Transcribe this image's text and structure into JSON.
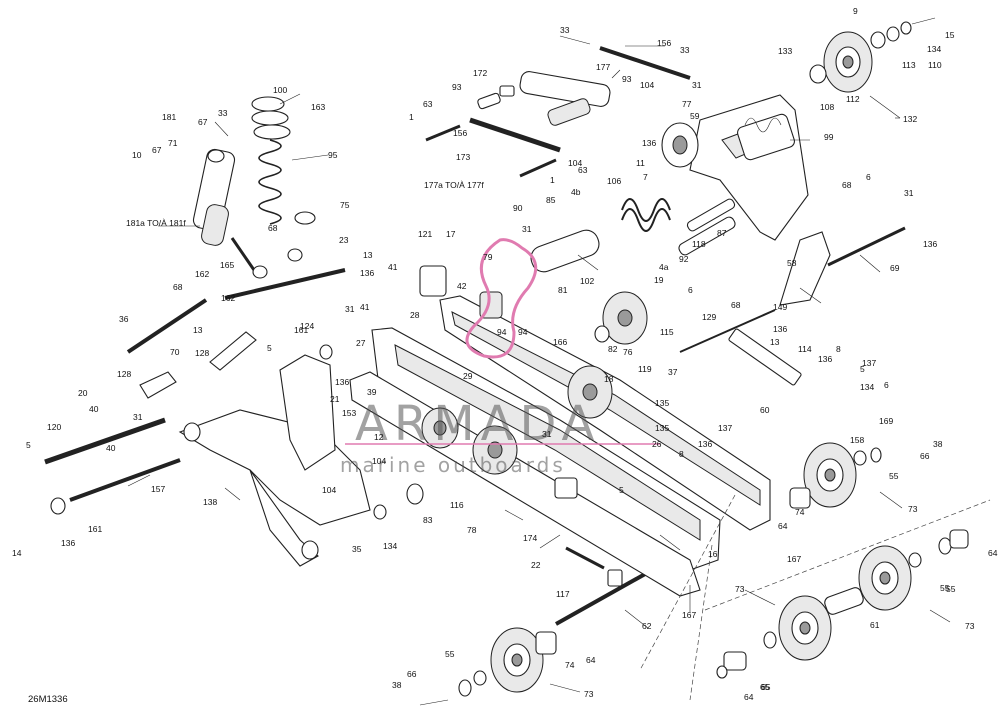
{
  "diagram": {
    "figure_code": "26M1336",
    "watermark": {
      "brand": "ARMADA",
      "tagline": "marine outboards"
    },
    "callouts": [
      "9",
      "15",
      "134",
      "110",
      "113",
      "133",
      "112",
      "108",
      "132",
      "33",
      "156",
      "33",
      "172",
      "177",
      "93",
      "31",
      "104",
      "77",
      "59",
      "93",
      "63",
      "1",
      "156",
      "173",
      "104",
      "11",
      "136",
      "99",
      "63",
      "1",
      "177a TO/À 177f",
      "7",
      "106",
      "4b",
      "85",
      "87",
      "90",
      "31",
      "102",
      "92",
      "4a",
      "118",
      "58",
      "68",
      "6",
      "31",
      "136",
      "69",
      "100",
      "163",
      "95",
      "75",
      "181",
      "67",
      "33",
      "71",
      "67",
      "10",
      "181a TO/À 181f",
      "68",
      "23",
      "162",
      "165",
      "13",
      "136",
      "68",
      "162",
      "41",
      "124",
      "31",
      "13",
      "36",
      "121",
      "17",
      "41",
      "28",
      "79",
      "42",
      "94",
      "94",
      "81",
      "19",
      "115",
      "166",
      "82",
      "76",
      "6",
      "68",
      "129",
      "149",
      "136",
      "161",
      "27",
      "128",
      "5",
      "70",
      "13",
      "114",
      "136",
      "137",
      "8",
      "5",
      "134",
      "6",
      "119",
      "37",
      "135",
      "135",
      "20",
      "128",
      "40",
      "31",
      "40",
      "136",
      "21",
      "39",
      "29",
      "153",
      "12",
      "104",
      "31",
      "18",
      "26",
      "158",
      "169",
      "38",
      "66",
      "55",
      "73",
      "5",
      "120",
      "157",
      "138",
      "104",
      "161",
      "136",
      "14",
      "83",
      "116",
      "35",
      "134",
      "60",
      "137",
      "136",
      "8",
      "5",
      "74",
      "64",
      "78",
      "174",
      "22",
      "117",
      "16",
      "167",
      "167",
      "62",
      "73",
      "61",
      "55",
      "73",
      "64",
      "55",
      "65",
      "64",
      "74",
      "38",
      "66",
      "55",
      "73",
      "64",
      "65"
    ]
  }
}
